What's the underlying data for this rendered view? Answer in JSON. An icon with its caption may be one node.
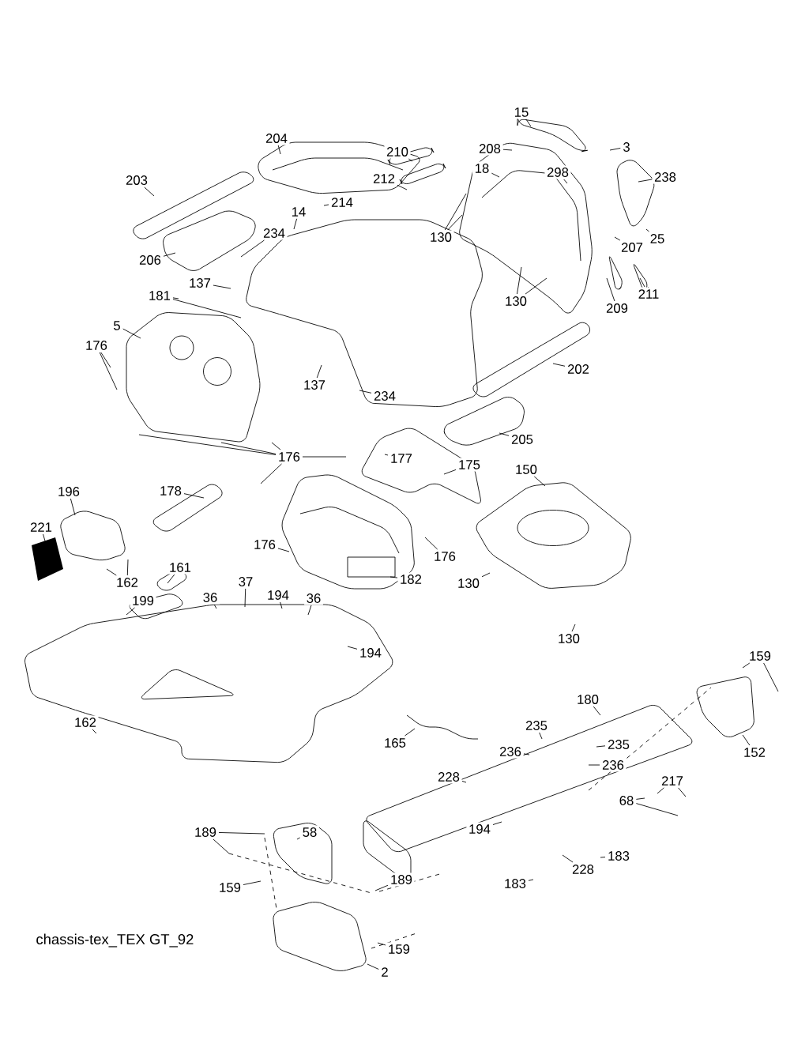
{
  "diagram": {
    "caption": "chassis-tex_TEX GT_92",
    "nodes": [
      {
        "text": [
          "15"
        ]
      },
      {
        "text": [
          "208"
        ]
      },
      {
        "text": [
          "3"
        ]
      },
      {
        "text": [
          "204"
        ]
      },
      {
        "text": [
          "210"
        ]
      },
      {
        "text": [
          "18"
        ]
      },
      {
        "text": [
          "212"
        ]
      },
      {
        "text": [
          "298"
        ]
      },
      {
        "text": [
          "238"
        ]
      },
      {
        "text": [
          "203"
        ]
      },
      {
        "text": [
          "214"
        ]
      },
      {
        "text": [
          "130"
        ]
      },
      {
        "text": [
          "14"
        ]
      },
      {
        "text": [
          "234"
        ]
      },
      {
        "text": [
          "25"
        ]
      },
      {
        "text": [
          "206"
        ]
      },
      {
        "text": [
          "207"
        ]
      },
      {
        "text": [
          "137"
        ]
      },
      {
        "text": [
          "130"
        ]
      },
      {
        "text": [
          "181"
        ]
      },
      {
        "text": [
          "209"
        ]
      },
      {
        "text": [
          "211"
        ]
      },
      {
        "text": [
          "5"
        ]
      },
      {
        "text": [
          "176"
        ]
      },
      {
        "text": [
          "137"
        ]
      },
      {
        "text": [
          "234"
        ]
      },
      {
        "text": [
          "202"
        ]
      },
      {
        "text": [
          "205"
        ]
      },
      {
        "text": [
          "176"
        ]
      },
      {
        "text": [
          "177"
        ]
      },
      {
        "text": [
          "175"
        ]
      },
      {
        "text": [
          "150"
        ]
      },
      {
        "text": [
          "178"
        ]
      },
      {
        "text": [
          "196"
        ]
      },
      {
        "text": [
          "221"
        ]
      },
      {
        "text": [
          "176"
        ]
      },
      {
        "text": [
          "176"
        ]
      },
      {
        "text": [
          "162"
        ]
      },
      {
        "text": [
          "161"
        ]
      },
      {
        "text": [
          "182"
        ]
      },
      {
        "text": [
          "130"
        ]
      },
      {
        "text": [
          "36"
        ]
      },
      {
        "text": [
          "37"
        ]
      },
      {
        "text": [
          "194"
        ]
      },
      {
        "text": [
          "199"
        ]
      },
      {
        "text": [
          "36"
        ]
      },
      {
        "text": [
          "194"
        ]
      },
      {
        "text": [
          "130"
        ]
      },
      {
        "text": [
          "159"
        ]
      },
      {
        "text": [
          "180"
        ]
      },
      {
        "text": [
          "162"
        ]
      },
      {
        "text": [
          "152"
        ]
      },
      {
        "text": [
          "165"
        ]
      },
      {
        "text": [
          "235"
        ]
      },
      {
        "text": [
          "235"
        ]
      },
      {
        "text": [
          "236"
        ]
      },
      {
        "text": [
          "236"
        ]
      },
      {
        "text": [
          "217"
        ]
      },
      {
        "text": [
          "228"
        ]
      },
      {
        "text": [
          "68"
        ]
      },
      {
        "text": [
          "194"
        ]
      },
      {
        "text": [
          "189"
        ]
      },
      {
        "text": [
          "58"
        ]
      },
      {
        "text": [
          "189"
        ]
      },
      {
        "text": [
          "183"
        ]
      },
      {
        "text": [
          "228"
        ]
      },
      {
        "text": [
          "183"
        ]
      },
      {
        "text": [
          "159"
        ]
      },
      {
        "text": [
          "159"
        ]
      },
      {
        "text": [
          "2"
        ]
      }
    ],
    "edges": [
      {
        "from": 0,
        "to": null,
        "arrow": "none"
      },
      {
        "from": 1,
        "to": null,
        "arrow": "none"
      },
      {
        "from": 2,
        "to": null,
        "arrow": "none"
      },
      {
        "from": 3,
        "to": null,
        "arrow": "none"
      },
      {
        "from": 4,
        "to": null,
        "arrow": "none"
      },
      {
        "from": 5,
        "to": null,
        "arrow": "none"
      },
      {
        "from": 6,
        "to": null,
        "arrow": "none"
      },
      {
        "from": 7,
        "to": null,
        "arrow": "none"
      },
      {
        "from": 8,
        "to": null,
        "arrow": "none"
      },
      {
        "from": 9,
        "to": null,
        "arrow": "none"
      },
      {
        "from": 10,
        "to": null,
        "arrow": "none"
      },
      {
        "from": 11,
        "to": null,
        "arrow": "none"
      },
      {
        "from": 11,
        "to": null,
        "arrow": "none"
      },
      {
        "from": 12,
        "to": null,
        "arrow": "none"
      },
      {
        "from": 13,
        "to": null,
        "arrow": "none"
      },
      {
        "from": 14,
        "to": null,
        "arrow": "none"
      },
      {
        "from": 15,
        "to": null,
        "arrow": "none"
      },
      {
        "from": 16,
        "to": null,
        "arrow": "none"
      },
      {
        "from": 17,
        "to": null,
        "arrow": "none"
      },
      {
        "from": 18,
        "to": null,
        "arrow": "none"
      },
      {
        "from": 18,
        "to": null,
        "arrow": "none"
      },
      {
        "from": 19,
        "to": null,
        "arrow": "none"
      },
      {
        "from": 19,
        "to": null,
        "arrow": "none"
      },
      {
        "from": 20,
        "to": null,
        "arrow": "none"
      },
      {
        "from": 21,
        "to": null,
        "arrow": "none"
      },
      {
        "from": 22,
        "to": null,
        "arrow": "none"
      },
      {
        "from": 23,
        "to": null,
        "arrow": "none"
      },
      {
        "from": 23,
        "to": null,
        "arrow": "none"
      },
      {
        "from": 24,
        "to": null,
        "arrow": "none"
      },
      {
        "from": 25,
        "to": null,
        "arrow": "none"
      },
      {
        "from": 26,
        "to": null,
        "arrow": "none"
      },
      {
        "from": 27,
        "to": null,
        "arrow": "none"
      },
      {
        "from": 28,
        "to": null,
        "arrow": "none"
      },
      {
        "from": 28,
        "to": null,
        "arrow": "none"
      },
      {
        "from": 28,
        "to": null,
        "arrow": "none"
      },
      {
        "from": 28,
        "to": null,
        "arrow": "none"
      },
      {
        "from": 28,
        "to": null,
        "arrow": "none"
      },
      {
        "from": 29,
        "to": null,
        "arrow": "none"
      },
      {
        "from": 30,
        "to": null,
        "arrow": "none"
      },
      {
        "from": 31,
        "to": null,
        "arrow": "none"
      },
      {
        "from": 32,
        "to": null,
        "arrow": "none"
      },
      {
        "from": 33,
        "to": null,
        "arrow": "none"
      },
      {
        "from": 34,
        "to": null,
        "arrow": "none"
      },
      {
        "from": 35,
        "to": null,
        "arrow": "none"
      },
      {
        "from": 36,
        "to": null,
        "arrow": "none"
      },
      {
        "from": 37,
        "to": null,
        "arrow": "none"
      },
      {
        "from": 37,
        "to": null,
        "arrow": "none"
      },
      {
        "from": 38,
        "to": null,
        "arrow": "none"
      },
      {
        "from": 39,
        "to": null,
        "arrow": "none"
      },
      {
        "from": 40,
        "to": null,
        "arrow": "none"
      },
      {
        "from": 41,
        "to": null,
        "arrow": "none"
      },
      {
        "from": 42,
        "to": null,
        "arrow": "none"
      },
      {
        "from": 43,
        "to": null,
        "arrow": "none"
      },
      {
        "from": 44,
        "to": null,
        "arrow": "none"
      },
      {
        "from": 45,
        "to": null,
        "arrow": "none"
      },
      {
        "from": 46,
        "to": null,
        "arrow": "none"
      },
      {
        "from": 47,
        "to": null,
        "arrow": "none"
      },
      {
        "from": 48,
        "to": null,
        "arrow": "none"
      },
      {
        "from": 48,
        "to": null,
        "arrow": "none"
      },
      {
        "from": 49,
        "to": null,
        "arrow": "none"
      },
      {
        "from": 50,
        "to": null,
        "arrow": "none"
      },
      {
        "from": 51,
        "to": null,
        "arrow": "none"
      },
      {
        "from": 52,
        "to": null,
        "arrow": "none"
      },
      {
        "from": 53,
        "to": null,
        "arrow": "none"
      },
      {
        "from": 54,
        "to": null,
        "arrow": "none"
      },
      {
        "from": 55,
        "to": null,
        "arrow": "none"
      },
      {
        "from": 56,
        "to": null,
        "arrow": "none"
      },
      {
        "from": 57,
        "to": null,
        "arrow": "none"
      },
      {
        "from": 57,
        "to": null,
        "arrow": "none"
      },
      {
        "from": 58,
        "to": null,
        "arrow": "none"
      },
      {
        "from": 59,
        "to": null,
        "arrow": "none"
      },
      {
        "from": 59,
        "to": null,
        "arrow": "none"
      },
      {
        "from": 60,
        "to": null,
        "arrow": "none"
      },
      {
        "from": 61,
        "to": null,
        "arrow": "none"
      },
      {
        "from": 61,
        "to": null,
        "arrow": "none"
      },
      {
        "from": 62,
        "to": null,
        "arrow": "none"
      },
      {
        "from": 63,
        "to": null,
        "arrow": "none"
      },
      {
        "from": 64,
        "to": null,
        "arrow": "none"
      },
      {
        "from": 65,
        "to": null,
        "arrow": "none"
      },
      {
        "from": 66,
        "to": null,
        "arrow": "none"
      },
      {
        "from": 67,
        "to": null,
        "arrow": "none"
      },
      {
        "from": 68,
        "to": null,
        "arrow": "none"
      },
      {
        "from": 69,
        "to": null,
        "arrow": "none"
      }
    ]
  }
}
